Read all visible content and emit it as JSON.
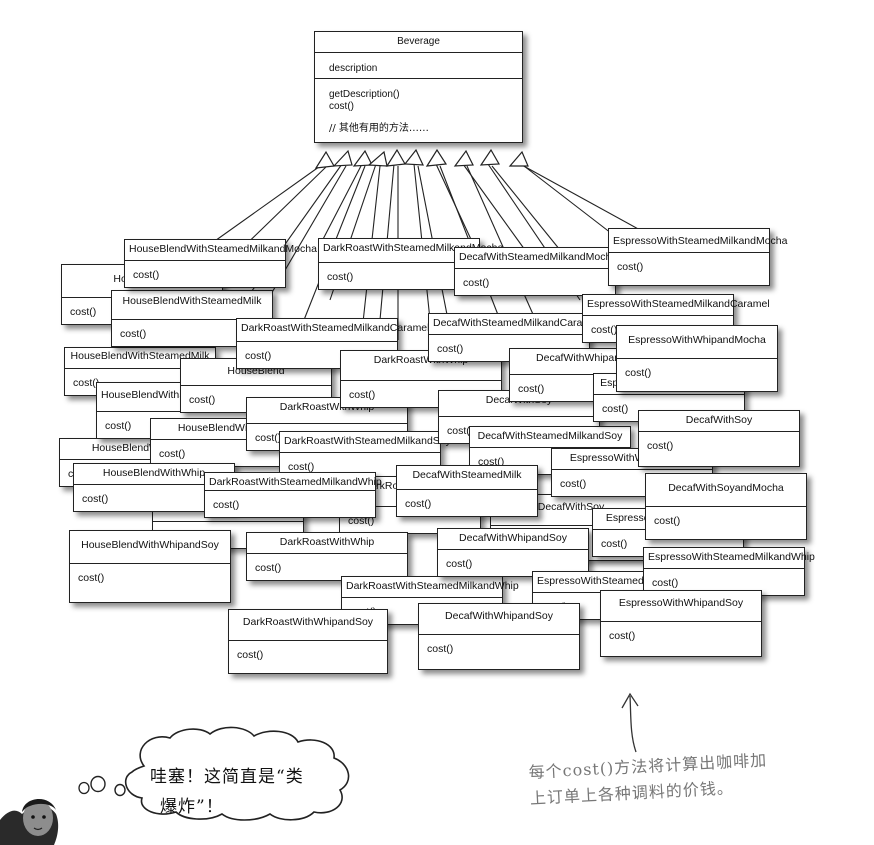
{
  "superclass": {
    "name": "Beverage",
    "attribute": "description",
    "methods": [
      "getDescription()",
      "cost()"
    ],
    "note": "// 其他有用的方法……"
  },
  "subclasses": [
    {
      "name": "HouseBlend",
      "method": "cost()"
    },
    {
      "name": "HouseBlendWithSteamedMilkandMocha",
      "method": "cost()"
    },
    {
      "name": "HouseBlendWithSoy",
      "method": "cost()"
    },
    {
      "name": "HouseBlendWithWhip",
      "method": "cost()"
    },
    {
      "name": "HouseBlendWithSteamedMilk",
      "method": "cost()"
    },
    {
      "name": "HouseBlendWithWhipandSoy",
      "method": "cost()"
    },
    {
      "name": "DarkRoastWithSteamedMilkandMocha",
      "method": "cost()"
    },
    {
      "name": "DarkRoastWithSteamedMilkandCaramel",
      "method": "cost()"
    },
    {
      "name": "DarkRoastWithWhip",
      "method": "cost()"
    },
    {
      "name": "DarkRoastWithSteamedMilkandSoy",
      "method": "cost()"
    },
    {
      "name": "DarkRoastWithSteamedMilkandWhip",
      "method": "cost()"
    },
    {
      "name": "DarkRoastWithWhipandSoy",
      "method": "cost()"
    },
    {
      "name": "DecafWithSteamedMilkandMocha",
      "method": "cost()"
    },
    {
      "name": "DecafWithSteamedMilkandCaramel",
      "method": "cost()"
    },
    {
      "name": "DecafWithSteamedMilk",
      "method": "cost()"
    },
    {
      "name": "DecafWithSteamedMilkandSoy",
      "method": "cost()"
    },
    {
      "name": "DecafWithWhipandSoy",
      "method": "cost()"
    },
    {
      "name": "DecafWithSoy",
      "method": "cost()"
    },
    {
      "name": "DecafWithSoyandMocha",
      "method": "cost()"
    },
    {
      "name": "EspressoWithSteamedMilkandMocha",
      "method": "cost()"
    },
    {
      "name": "EspressoWithSteamedMilkandCaramel",
      "method": "cost()"
    },
    {
      "name": "EspressoWithWhipandMocha",
      "method": "cost()"
    },
    {
      "name": "EspressoWithSteamedMilkandWhip",
      "method": "cost()"
    },
    {
      "name": "EspressoWithWhipandSoy",
      "method": "cost()"
    }
  ],
  "speech_bubble": {
    "line1": "哇塞！这简直是“类",
    "line2": "爆炸”！"
  },
  "annotation": {
    "line1": "每个cost()方法将计算出咖啡加",
    "line2": "上订单上各种调料的价钱。"
  }
}
